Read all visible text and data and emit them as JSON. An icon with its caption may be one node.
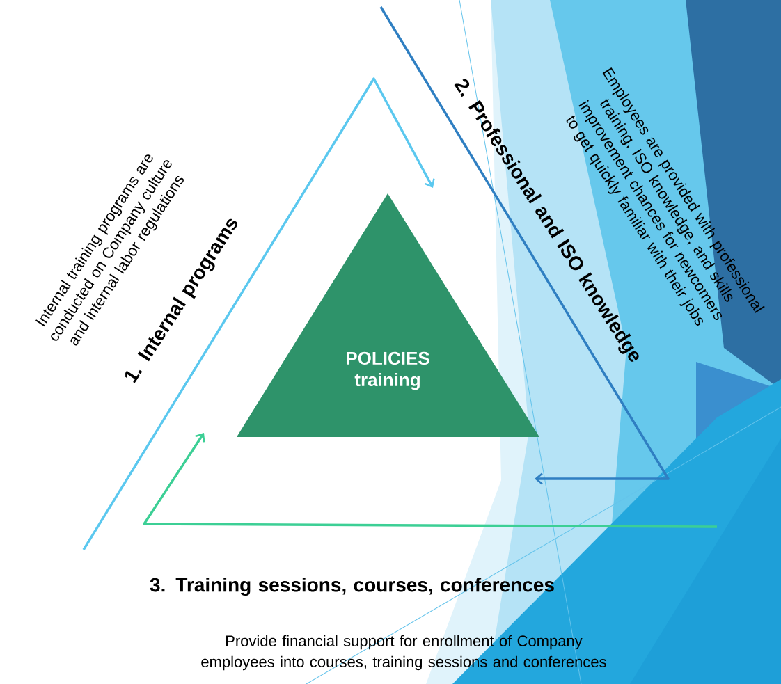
{
  "diagram": {
    "nodes": [
      {
        "text": [
          "POLICIES training"
        ]
      }
    ],
    "labels": [
      "Internal training programs are conducted on Company culture and internal labor regulations",
      "1. Internal programs",
      "2. Professional and ISO knowledge",
      "Employees are provided with professional training, ISO knowledge, and skills improvement chances for newcomers to get quickly familiar with their jobs",
      "3. Training sessions, courses, conferences",
      "Provide financial support for enrollment of  Company employees into courses, training sessions and conferences"
    ]
  }
}
